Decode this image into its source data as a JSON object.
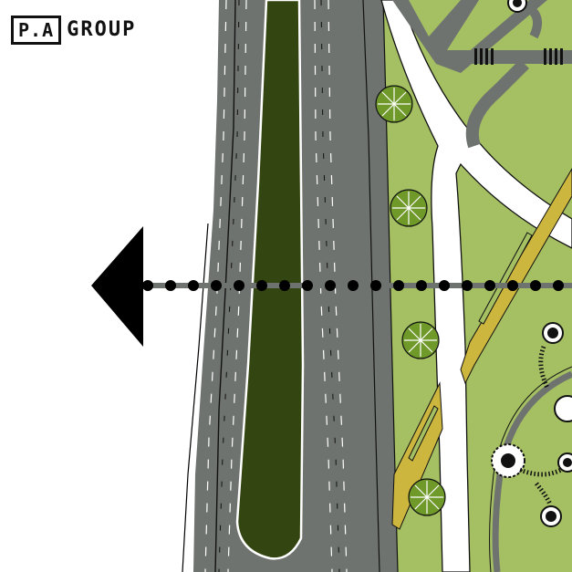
{
  "brand": {
    "mark": "P.A",
    "name": "GROUP"
  },
  "map": {
    "colors": {
      "background": "#ffffff",
      "road": "#6f7370",
      "median": "#334510",
      "grass": "#a5bf63",
      "path_yellow": "#cdb63e",
      "tree": "#6f9a2a",
      "arrow": "#000000"
    },
    "features": [
      "highway-lanes",
      "median-strip",
      "service-road",
      "white-footpath",
      "yellow-bike-path",
      "trees",
      "section-cut-line",
      "direction-arrow",
      "circular-nodes"
    ]
  }
}
